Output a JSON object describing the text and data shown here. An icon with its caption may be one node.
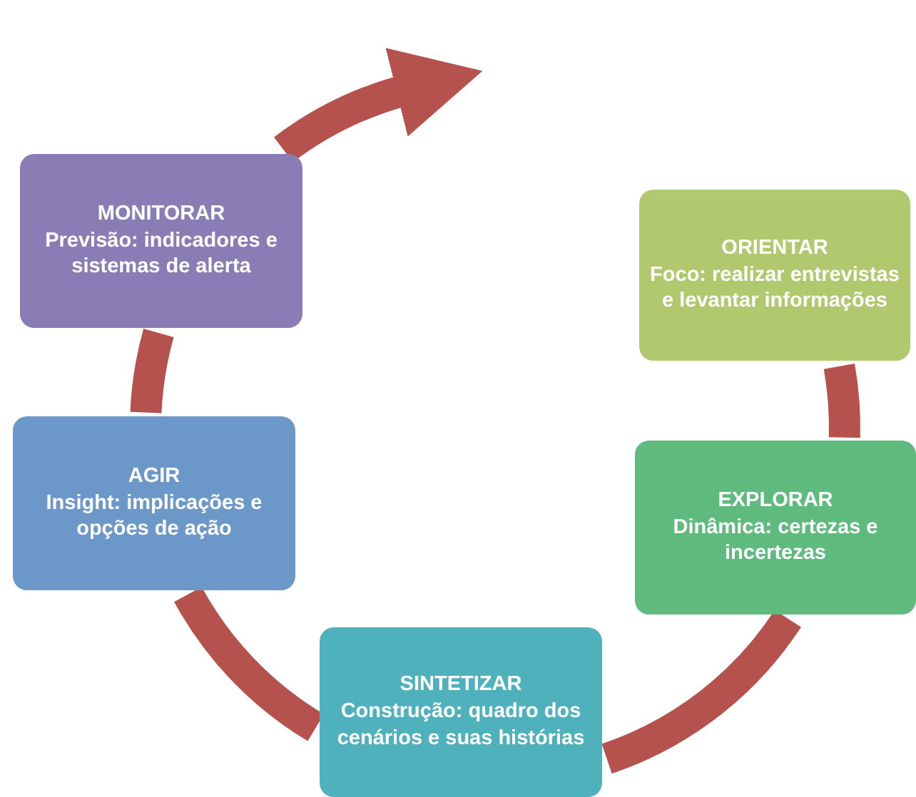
{
  "diagram": {
    "nodes": [
      {
        "text": [
          "ORIENTAR",
          "Foco: realizar entrevistas e levantar informações"
        ]
      },
      {
        "text": [
          "EXPLORAR",
          "Dinâmica: certezas e incertezas"
        ]
      },
      {
        "text": [
          "SINTETIZAR",
          "Construção: quadro dos cenários e suas histórias"
        ]
      },
      {
        "text": [
          "AGIR",
          "Insight: implicações e opções de ação"
        ]
      },
      {
        "text": [
          "MONITORAR",
          "Previsão: indicadores e sistemas de alerta"
        ]
      }
    ],
    "edges": [
      {
        "from": 0,
        "to": 1,
        "arrow": "none"
      },
      {
        "from": 1,
        "to": 2,
        "arrow": "none"
      },
      {
        "from": 2,
        "to": 3,
        "arrow": "none"
      },
      {
        "from": 3,
        "to": 4,
        "arrow": "none"
      },
      {
        "from": 4,
        "to": null,
        "arrow": "to"
      }
    ]
  }
}
